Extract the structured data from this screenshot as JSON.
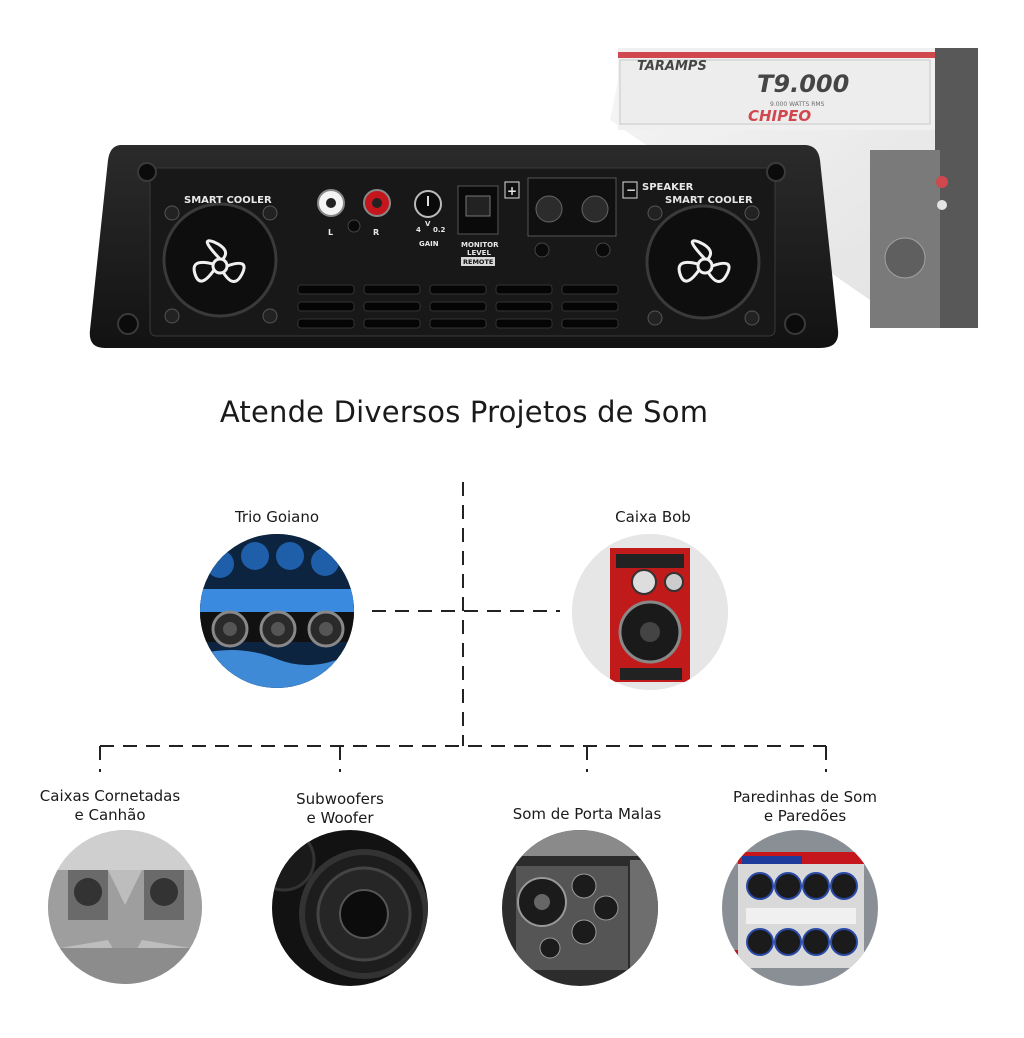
{
  "amplifier": {
    "front_panel": {
      "left_cooler_label": "SMART COOLER",
      "right_cooler_label": "SMART COOLER",
      "rca_left": "L",
      "rca_right": "R",
      "gain_label": "GAIN",
      "gain_min": "4",
      "gain_unit": "V",
      "gain_max": "0.2",
      "monitor_label_1": "MONITOR",
      "monitor_label_2": "LEVEL",
      "remote_label": "REMOTE",
      "speaker_label": "SPEAKER",
      "plus": "+",
      "minus": "−"
    },
    "top_unit": {
      "brand": "TARAMPS",
      "model": "T9.000",
      "sub": "9.000 WATTS RMS",
      "series": "CHIPEO"
    }
  },
  "heading": "Atende Diversos Projetos de Som",
  "projects_top": [
    {
      "label": "Trio Goiano"
    },
    {
      "label": "Caixa Bob"
    }
  ],
  "projects_bottom": [
    {
      "line1": "Caixas Cornetadas",
      "line2": "e Canhão"
    },
    {
      "line1": "Subwoofers",
      "line2": "e Woofer"
    },
    {
      "line1": "Som de Porta Malas",
      "line2": ""
    },
    {
      "line1": "Paredinhas de Som",
      "line2": "e Paredões"
    }
  ],
  "colors": {
    "panel": "#1b1b1b",
    "accent_red": "#c4161c",
    "line": "#222222"
  }
}
